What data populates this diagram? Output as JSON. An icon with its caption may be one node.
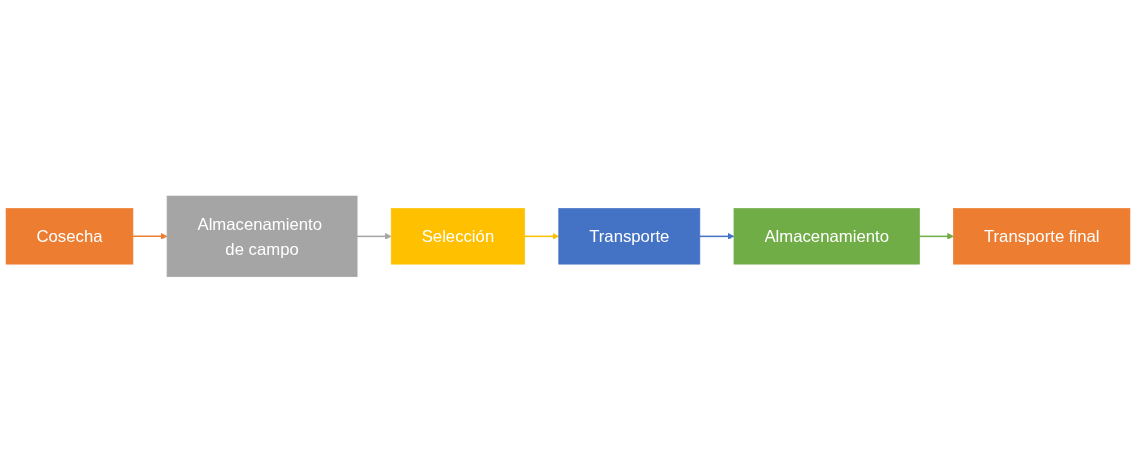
{
  "diagram": {
    "nodes": [
      {
        "text": [
          "Cosecha"
        ]
      },
      {
        "text": [
          "Almacenamiento de campo"
        ]
      },
      {
        "text": [
          "Selección"
        ]
      },
      {
        "text": [
          "Transporte"
        ]
      },
      {
        "text": [
          "Almacenamiento"
        ]
      },
      {
        "text": [
          "Transporte final"
        ]
      }
    ],
    "edges": [
      {
        "from": 0,
        "to": 1,
        "arrow": "to",
        "color": "#ed7d31"
      },
      {
        "from": 1,
        "to": 2,
        "arrow": "to",
        "color": "#a5a5a5"
      },
      {
        "from": 2,
        "to": 3,
        "arrow": "to",
        "color": "#ffc000"
      },
      {
        "from": 3,
        "to": 4,
        "arrow": "to",
        "color": "#4472c4"
      },
      {
        "from": 4,
        "to": 5,
        "arrow": "to",
        "color": "#70ad47"
      }
    ]
  }
}
